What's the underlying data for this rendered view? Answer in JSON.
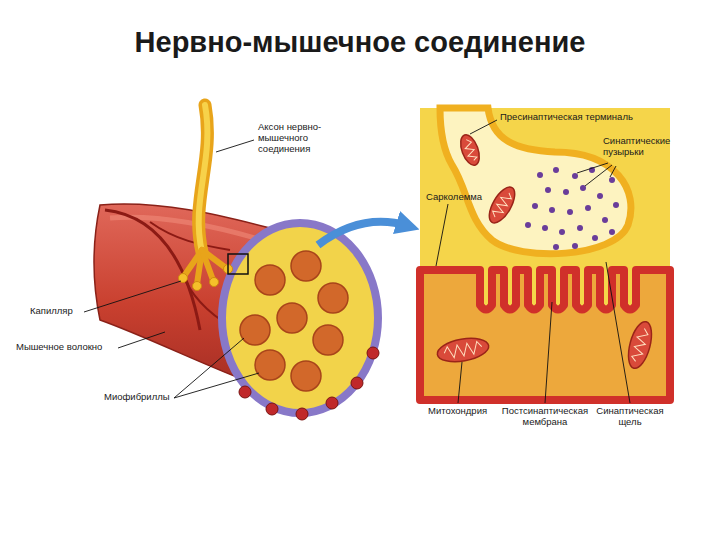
{
  "diagram": {
    "title": "Нервно-мышечное соединение",
    "labels": [
      "Аксон нервно-мышечного соединения",
      "Капилляр",
      "Мышечное волокно",
      "Миофибриллы",
      "Пресинаптическая терминаль",
      "Синаптические пузырьки",
      "Сарколемма",
      "Митохондрия",
      "Постсинаптическая мембрана",
      "Синаптическая щель"
    ]
  }
}
